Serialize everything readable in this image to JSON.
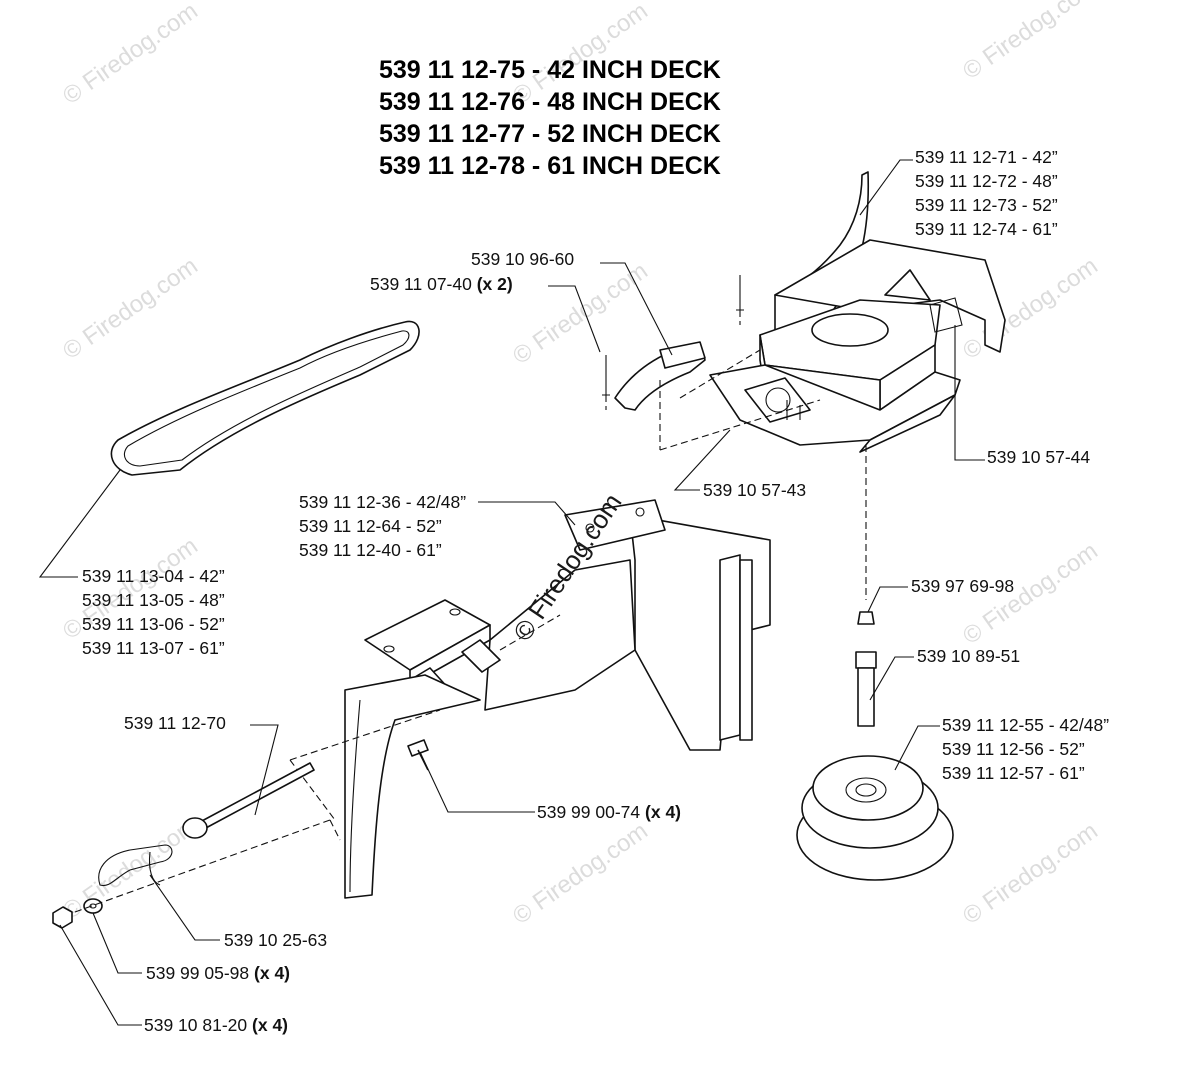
{
  "title_lines": [
    {
      "num": "539 11 12-75",
      "desc": "42 INCH DECK"
    },
    {
      "num": "539 11 12-76",
      "desc": "48 INCH DECK"
    },
    {
      "num": "539 11 12-77",
      "desc": "52 INCH DECK"
    },
    {
      "num": "539 11 12-78",
      "desc": "61 INCH DECK"
    }
  ],
  "callouts": [
    {
      "id": "shield",
      "lines": [
        "539 11 12-71 - 42”",
        "539 11 12-72 - 48”",
        "539 11 12-73 - 52”",
        "539 11 12-74 - 61”"
      ]
    },
    {
      "id": "latch",
      "lines": [
        "539 10 96-60"
      ]
    },
    {
      "id": "rivet",
      "lines": [
        "539 11 07-40"
      ],
      "qty": "(x 2)"
    },
    {
      "id": "cover-plate",
      "lines": [
        "539 10 57-44"
      ]
    },
    {
      "id": "plate",
      "lines": [
        "539 10 57-43"
      ]
    },
    {
      "id": "bracket",
      "lines": [
        "539 11 12-36 - 42/48”",
        "539 11 12-64 - 52”",
        "539 11 12-40 - 61”"
      ]
    },
    {
      "id": "belt",
      "lines": [
        "539 11 13-04 - 42”",
        "539 11 13-05 - 48”",
        "539 11 13-06 - 52”",
        "539 11 13-07 - 61”"
      ]
    },
    {
      "id": "fitting",
      "lines": [
        "539 97 69-98"
      ]
    },
    {
      "id": "spindle",
      "lines": [
        "539 10 89-51"
      ]
    },
    {
      "id": "pulley",
      "lines": [
        "539 11 12-55 - 42/48”",
        "539 11 12-56 - 52”",
        "539 11 12-57 - 61”"
      ]
    },
    {
      "id": "rod",
      "lines": [
        "539 11 12-70"
      ]
    },
    {
      "id": "bolt",
      "lines": [
        "539 99 00-74"
      ],
      "qty": "(x 4)"
    },
    {
      "id": "pin",
      "lines": [
        "539 10 25-63"
      ]
    },
    {
      "id": "washer",
      "lines": [
        "539 99 05-98"
      ],
      "qty": "(x 4)"
    },
    {
      "id": "nut",
      "lines": [
        "539 10 81-20"
      ],
      "qty": "(x 4)"
    }
  ],
  "watermark": {
    "text": "© Firedog.com",
    "center_text": "© Firedog.com"
  }
}
